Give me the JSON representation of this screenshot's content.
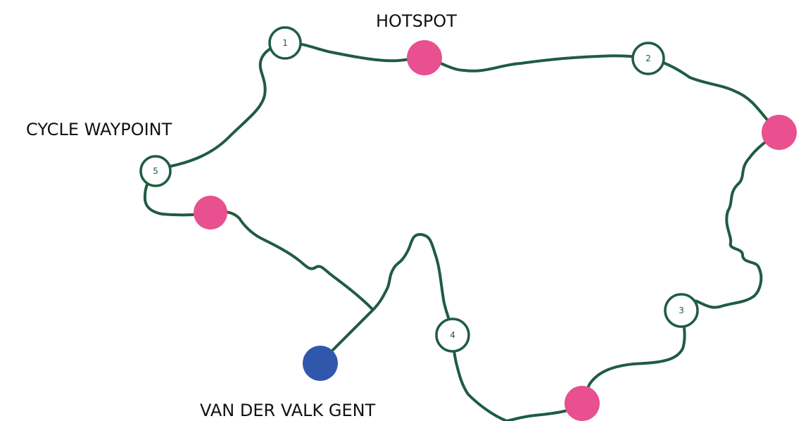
{
  "map": {
    "labels": {
      "hotspot": "HOTSPOT",
      "cycle_waypoint": "CYCLE WAYPOINT",
      "start": "VAN DER VALK GENT"
    },
    "waypoints": [
      {
        "number": "1"
      },
      {
        "number": "2"
      },
      {
        "number": "3"
      },
      {
        "number": "4"
      },
      {
        "number": "5"
      }
    ],
    "colors": {
      "route": "#1f5c41",
      "hotspot": "#e8508f",
      "start": "#2f58ac",
      "waypoint_fill": "#ffffff",
      "waypoint_number": "#1f5c41"
    }
  }
}
